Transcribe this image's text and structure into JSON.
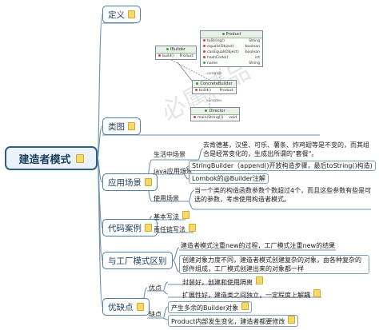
{
  "root": {
    "label": "建造者模式"
  },
  "branches": {
    "definition": {
      "label": "定义"
    },
    "class_diagram": {
      "label": "类图"
    },
    "scenarios": {
      "label": "应用场景",
      "life": {
        "label": "生活中场景",
        "text": "去肯德基，汉堡、可乐、薯条、炸鸡翅等是不变的，而其组合是经常变化的，生成出所谓的\"套餐\"。"
      },
      "java": {
        "label": "java应用场景",
        "items": [
          "StringBuilder（append()开放构造步骤，最后toString()构造)",
          "Lombok的@Builder注解"
        ]
      },
      "usage": {
        "label": "使用场景",
        "text": "当一个类的构造函数参数个数超过4个，而且这些参数有些是可选的参数，考虑使用构造者模式。"
      }
    },
    "code": {
      "label": "代码案例",
      "items": [
        "基本写法",
        "责任链写法"
      ]
    },
    "factory_diff": {
      "label": "与工厂模式区别",
      "items": [
        "建造者模式注重new的过程，工厂模式注重new的结果",
        "创建对象力度不同，建造者模式创建复杂的对象，由各种复杂的部件组成，工厂模式创建出来的对象都一样"
      ]
    },
    "pros_cons": {
      "label": "优缺点",
      "pros": {
        "label": "优点",
        "items": [
          "封装好，创建和使用隔离",
          "扩展性好，建造类之间独立，一定程度上解耦"
        ]
      },
      "cons": {
        "label": "缺点",
        "items": [
          "产生多余的Builder对象",
          "Product内部发生变化，建造者都要修改"
        ]
      }
    }
  },
  "uml": {
    "ibuilder": {
      "title": "IBuilder",
      "rows": [
        [
          "build()",
          "Product"
        ]
      ]
    },
    "product": {
      "title": "Product",
      "rows": [
        [
          "toString()",
          "String"
        ],
        [
          "equals(Object)",
          "boolean"
        ],
        [
          "canEqual(Object)",
          "boolean"
        ],
        [
          "hashCode()",
          "int"
        ],
        [
          "name",
          "String"
        ]
      ]
    },
    "concrete": {
      "title": "ConcreteBuilder",
      "rows": [
        [
          "build()",
          "Product"
        ]
      ]
    },
    "director": {
      "title": "Director",
      "rows": [
        [
          "main(String[])",
          "void"
        ]
      ]
    },
    "labels": {
      "create": "«create»",
      "use": "«create»"
    }
  },
  "watermark": {
    "text": "必属精品"
  },
  "colors": {
    "branch": "#4e7da6",
    "note": "#f5d969",
    "line": "#6f93b3"
  }
}
